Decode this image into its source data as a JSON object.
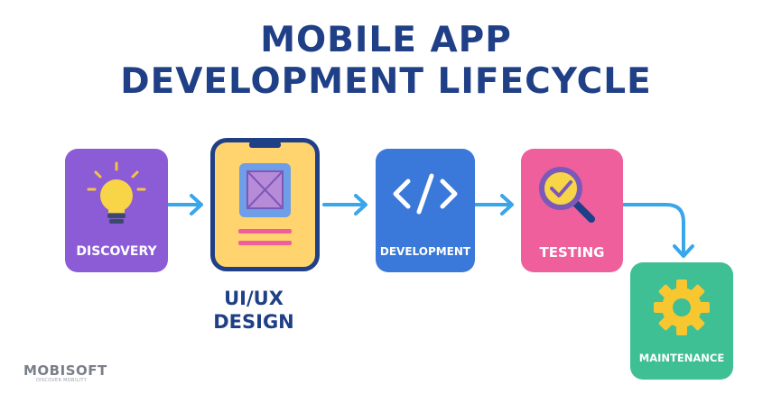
{
  "title": {
    "line1": "MOBILE APP",
    "line2": "DEVELOPMENT LIFECYCLE"
  },
  "stages": {
    "discovery": {
      "label": "DISCOVERY",
      "color": "#8b5cd6",
      "icon": "lightbulb-icon"
    },
    "ui_ux": {
      "label_line1": "UI/UX",
      "label_line2": "DESIGN",
      "color": "#ffd36e",
      "icon": "wireframe-phone-icon"
    },
    "development": {
      "label": "DEVELOPMENT",
      "color": "#3a78d9",
      "icon": "code-icon"
    },
    "testing": {
      "label": "TESTING",
      "color": "#ef5f9c",
      "icon": "magnifier-check-icon"
    },
    "maintenance": {
      "label": "MAINTENANCE",
      "color": "#3fbf94",
      "icon": "gear-icon"
    }
  },
  "connector_color": "#3aa6ea",
  "logo": {
    "text": "MOBISOFT",
    "tagline": "DISCOVER MOBILITY"
  }
}
